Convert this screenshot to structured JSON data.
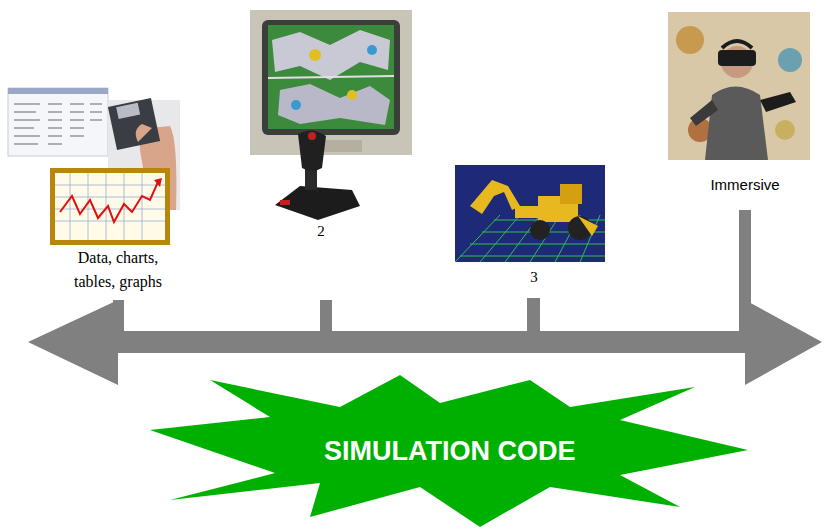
{
  "diagram": {
    "nodes": [
      {
        "text": [
          "SIMULATION CODE"
        ]
      }
    ],
    "labels": [
      "Data, charts, tables, graphs",
      "2",
      "3",
      "Immersive"
    ]
  }
}
